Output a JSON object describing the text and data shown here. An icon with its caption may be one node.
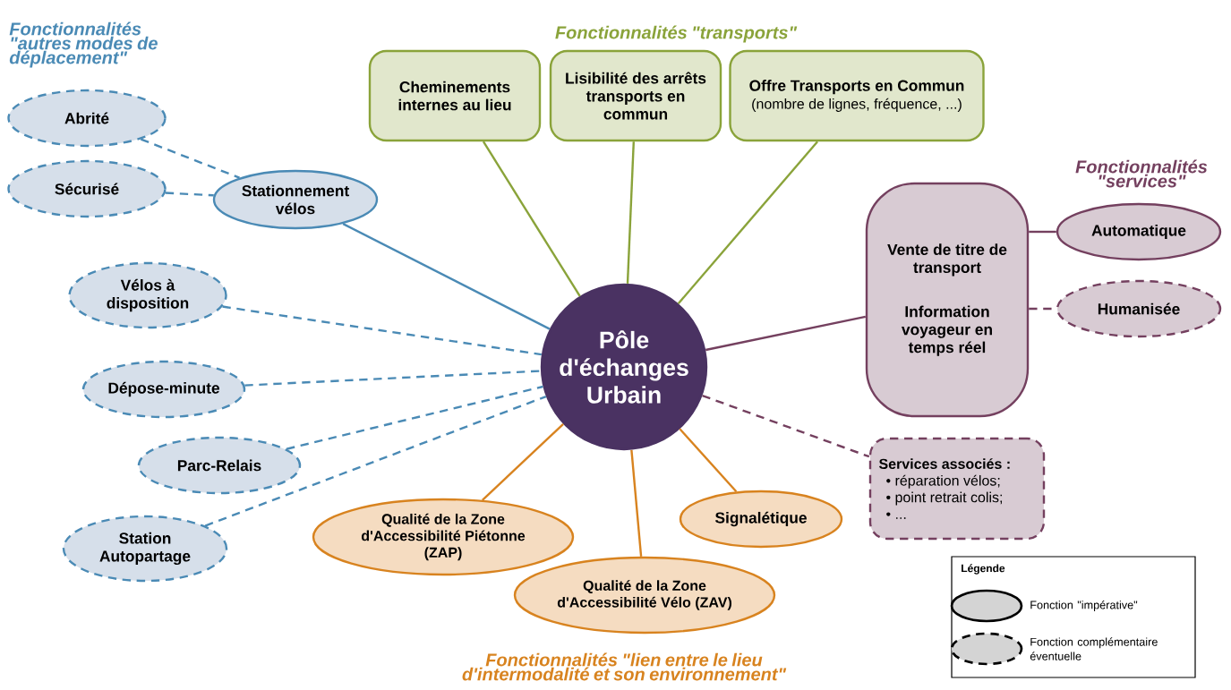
{
  "diagram": {
    "nodes": [
      {
        "text": [
          "Pôle d'échanges Urbain"
        ]
      },
      {
        "text": [
          "Abrité"
        ]
      },
      {
        "text": [
          "Sécurisé"
        ]
      },
      {
        "text": [
          "Stationnement vélos"
        ]
      },
      {
        "text": [
          "Vélos à disposition"
        ]
      },
      {
        "text": [
          "Dépose-minute"
        ]
      },
      {
        "text": [
          "Parc-Relais"
        ]
      },
      {
        "text": [
          "Station Autopartage"
        ]
      },
      {
        "text": [
          "Cheminements internes au lieu"
        ]
      },
      {
        "text": [
          "Lisibilité des arrêts transports en commun"
        ]
      },
      {
        "text": [
          "Offre Transports en Commun",
          "(nombre de lignes, fréquence, ...)"
        ]
      },
      {
        "text": [
          "Vente de titre de transport",
          "Information voyageur en temps réel"
        ]
      },
      {
        "text": [
          "Automatique"
        ]
      },
      {
        "text": [
          "Humanisée"
        ]
      },
      {
        "text": [
          "Services associés :",
          "• réparation vélos;",
          "• point retrait colis;",
          "• ..."
        ]
      },
      {
        "text": [
          "Qualité de la Zone d'Accessibilité Piétonne (ZAP)"
        ]
      },
      {
        "text": [
          "Qualité de la Zone d'Accessibilité Vélo (ZAV)"
        ]
      },
      {
        "text": [
          "Signalétique"
        ]
      }
    ],
    "edges": [
      {
        "from": 1,
        "to": 3,
        "arrow": "none",
        "style": "dashed"
      },
      {
        "from": 2,
        "to": 3,
        "arrow": "none",
        "style": "dashed"
      },
      {
        "from": 3,
        "to": 0,
        "arrow": "none"
      },
      {
        "from": 4,
        "to": 0,
        "arrow": "none",
        "style": "dashed"
      },
      {
        "from": 5,
        "to": 0,
        "arrow": "none",
        "style": "dashed"
      },
      {
        "from": 6,
        "to": 0,
        "arrow": "none",
        "style": "dashed"
      },
      {
        "from": 7,
        "to": 0,
        "arrow": "none",
        "style": "dashed"
      },
      {
        "from": 8,
        "to": 0,
        "arrow": "none",
        "color": "#8aa33a"
      },
      {
        "from": 9,
        "to": 0,
        "arrow": "none",
        "color": "#8aa33a"
      },
      {
        "from": 10,
        "to": 0,
        "arrow": "none",
        "color": "#8aa33a"
      },
      {
        "from": 0,
        "to": 11,
        "arrow": "none",
        "color": "#74405f"
      },
      {
        "from": 11,
        "to": 12,
        "arrow": "none",
        "color": "#74405f"
      },
      {
        "from": 11,
        "to": 13,
        "arrow": "none",
        "color": "#74405f",
        "style": "dashed"
      },
      {
        "from": 0,
        "to": 14,
        "arrow": "none",
        "color": "#74405f",
        "style": "dashed"
      },
      {
        "from": 15,
        "to": 0,
        "arrow": "none",
        "color": "#d8831f"
      },
      {
        "from": 16,
        "to": 0,
        "arrow": "none",
        "color": "#d8831f"
      },
      {
        "from": 17,
        "to": 0,
        "arrow": "none",
        "color": "#d8831f"
      }
    ],
    "labels": [
      "Fonctionnalités \"autres modes de déplacement\"",
      "Fonctionnalités \"transports\"",
      "Fonctionnalités \"services\"",
      "Fonctionnalités \"lien entre le lieu d'intermodalité et son environnement\"",
      "Légende"
    ],
    "legend": [
      {
        "text": "Fonction \"impérative\""
      },
      {
        "text": "Fonction complémentaire éventuelle"
      }
    ]
  }
}
